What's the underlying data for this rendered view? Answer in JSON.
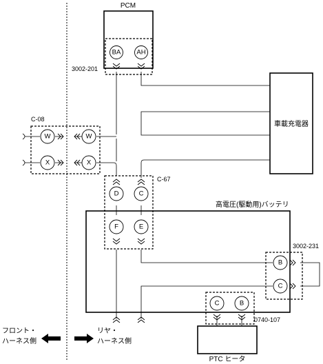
{
  "labels": {
    "pcm": "PCM",
    "conn_3002_201": "3002-201",
    "charger": "車載充電器",
    "c08": "C-08",
    "c67": "C-67",
    "battery": "高電圧(駆動用)バッテリ",
    "conn_3002_231": "3002-231",
    "conn_0740_107": "0740-107",
    "ptc": "PTC ヒータ",
    "front_line1": "フロント・",
    "front_line2": "ハーネス側",
    "rear_line1": "リヤ・",
    "rear_line2": "ハーネス側"
  },
  "pins": {
    "pcm_ba": "BA",
    "pcm_ah": "AH",
    "c08_w_left": "W",
    "c08_w_right": "W",
    "c08_x_left": "X",
    "c08_x_right": "X",
    "c67_d": "D",
    "c67_c": "C",
    "c67_f": "F",
    "c67_e": "E",
    "b231_b": "B",
    "b231_c": "C",
    "ptc_c": "C",
    "ptc_b": "B"
  }
}
